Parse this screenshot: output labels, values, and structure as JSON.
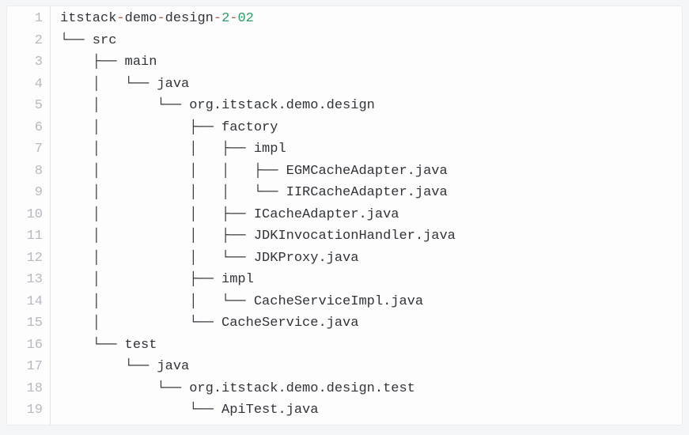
{
  "code_block": {
    "title_line": {
      "number": "1",
      "segments": [
        {
          "text": "itstack",
          "style": "plain"
        },
        {
          "text": "-",
          "style": "op"
        },
        {
          "text": "demo",
          "style": "plain"
        },
        {
          "text": "-",
          "style": "op"
        },
        {
          "text": "design",
          "style": "plain"
        },
        {
          "text": "-",
          "style": "op"
        },
        {
          "text": "2",
          "style": "num"
        },
        {
          "text": "-",
          "style": "op"
        },
        {
          "text": "02",
          "style": "num"
        }
      ]
    },
    "tree_lines": [
      {
        "number": "2",
        "text": "└── src"
      },
      {
        "number": "3",
        "text": "    ├── main"
      },
      {
        "number": "4",
        "text": "    │   └── java"
      },
      {
        "number": "5",
        "text": "    │       └── org.itstack.demo.design"
      },
      {
        "number": "6",
        "text": "    │           ├── factory"
      },
      {
        "number": "7",
        "text": "    │           │   ├── impl"
      },
      {
        "number": "8",
        "text": "    │           │   │   ├── EGMCacheAdapter.java"
      },
      {
        "number": "9",
        "text": "    │           │   │   └── IIRCacheAdapter.java"
      },
      {
        "number": "10",
        "text": "    │           │   ├── ICacheAdapter.java"
      },
      {
        "number": "11",
        "text": "    │           │   ├── JDKInvocationHandler.java"
      },
      {
        "number": "12",
        "text": "    │           │   └── JDKProxy.java"
      },
      {
        "number": "13",
        "text": "    │           ├── impl"
      },
      {
        "number": "14",
        "text": "    │           │   └── CacheServiceImpl.java"
      },
      {
        "number": "15",
        "text": "    │           └── CacheService.java"
      },
      {
        "number": "16",
        "text": "    └── test"
      },
      {
        "number": "17",
        "text": "        └── java"
      },
      {
        "number": "18",
        "text": "            └── org.itstack.demo.design.test"
      },
      {
        "number": "19",
        "text": "                └── ApiTest.java"
      }
    ],
    "colors": {
      "page_bg": "#f5f6f7",
      "block_bg": "#fdfdfe",
      "block_border": "#ebecee",
      "gutter_separator": "#e3e4e8",
      "line_number": "#b6b9c1",
      "text": "#303338",
      "operator": "#b9554a",
      "number_literal": "#2f9b68"
    }
  }
}
